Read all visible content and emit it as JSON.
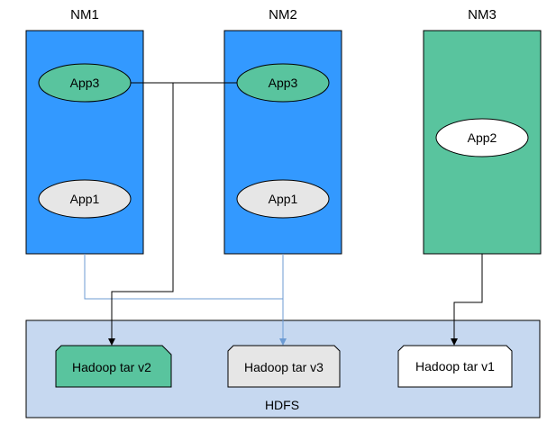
{
  "nodes": {
    "nm1": {
      "label": "NM1",
      "color": "#3399FF",
      "apps": [
        {
          "label": "App3",
          "color": "#59C49E"
        },
        {
          "label": "App1",
          "color": "#E6E6E6"
        }
      ]
    },
    "nm2": {
      "label": "NM2",
      "color": "#3399FF",
      "apps": [
        {
          "label": "App3",
          "color": "#59C49E"
        },
        {
          "label": "App1",
          "color": "#E6E6E6"
        }
      ]
    },
    "nm3": {
      "label": "NM3",
      "color": "#59C49E",
      "apps": [
        {
          "label": "App2",
          "color": "#FFFFFF"
        }
      ]
    }
  },
  "hdfs": {
    "label": "HDFS",
    "color": "#C6D8F0",
    "files": [
      {
        "label": "Hadoop tar v2",
        "color": "#59C49E"
      },
      {
        "label": "Hadoop tar v3",
        "color": "#E6E6E6"
      },
      {
        "label": "Hadoop tar v1",
        "color": "#FFFFFF"
      }
    ]
  },
  "colors": {
    "connector_dark": "#000000",
    "connector_blue": "#6C9BD3"
  }
}
